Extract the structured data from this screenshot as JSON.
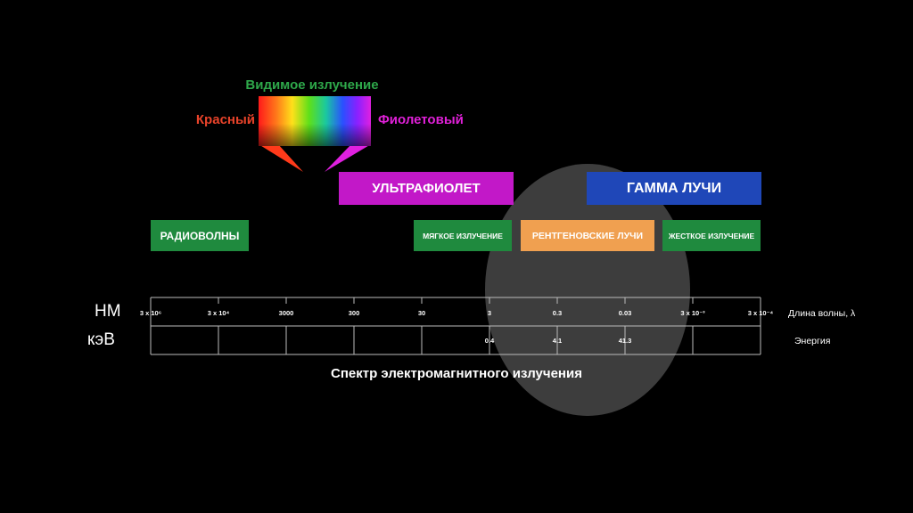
{
  "visible": {
    "title": "Видимое излучение",
    "red_label": "Красный",
    "violet_label": "Фиолетовый"
  },
  "bands": {
    "uv": "УЛЬТРАФИОЛЕТ",
    "gamma": "ГАММА ЛУЧИ",
    "radio": "РАДИОВОЛНЫ",
    "soft": "МЯГКОЕ ИЗЛУЧЕНИЕ",
    "xray": "РЕНТГЕНОВСКИЕ ЛУЧИ",
    "hard": "ЖЕСТКОЕ ИЗЛУЧЕНИЕ"
  },
  "scale": {
    "nm_unit": "НМ",
    "kev_unit": "кэВ",
    "wavelength_ticks": [
      "3 x 10⁶",
      "3 x 10⁴",
      "3000",
      "300",
      "30",
      "3",
      "0.3",
      "0.03",
      "3 x 10⁻³",
      "3 x 10⁻⁴"
    ],
    "energy_values": [
      "0.4",
      "4.1",
      "41.3"
    ],
    "wavelength_caption": "Длина волны, λ",
    "energy_caption": "Энергия"
  },
  "title": "Спектр электромагнитного излучения",
  "colors": {
    "green_label": "#2ea84a",
    "red_label": "#e8432a",
    "violet_label": "#e020d8",
    "uv_box": "#c218c8",
    "gamma_box": "#1f47b8",
    "green_box": "#1f8a3e",
    "xray_box": "#f0a050"
  }
}
